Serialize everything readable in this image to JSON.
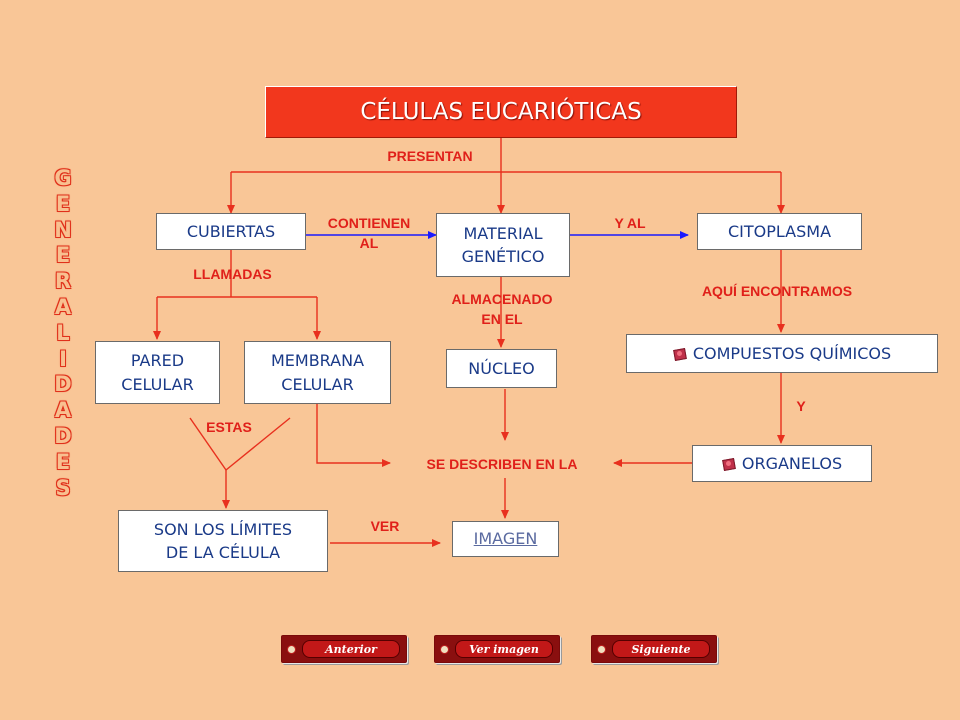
{
  "title": "CÉLULAS EUCARIÓTICAS",
  "side_word": "GENERALIDADES",
  "nodes": {
    "cubiertas": "CUBIERTAS",
    "material": "MATERIAL\nGENÉTICO",
    "citoplasma": "CITOPLASMA",
    "pared": "PARED\nCELULAR",
    "membrana": "MEMBRANA\nCELULAR",
    "nucleo": "NÚCLEO",
    "compuestos": "COMPUESTOS QUÍMICOS",
    "organelos": "ORGANELOS",
    "limites": "SON LOS LÍMITES\nDE LA CÉLULA",
    "imagen": "IMAGEN"
  },
  "links": {
    "presentan": "PRESENTAN",
    "contienen": "CONTIENEN\nAL",
    "yal": "Y AL",
    "llamadas": "LLAMADAS",
    "almacenado": "ALMACENADO\nEN EL",
    "aqui": "AQUÍ ENCONTRAMOS",
    "y": "Y",
    "estas": "ESTAS",
    "describen": "SE DESCRIBEN EN LA",
    "ver": "VER"
  },
  "icons": {
    "compuestos": "flower-icon",
    "organelos": "flower-icon"
  },
  "nav": {
    "anterior": "Anterior",
    "ver_imagen": "Ver imagen",
    "siguiente": "Siguiente"
  },
  "colors": {
    "background": "#f9c697",
    "title_bg": "#f2371d",
    "label": "#e0201a",
    "red_connector": "#e8301e",
    "blue_arrow": "#1a1aff"
  }
}
